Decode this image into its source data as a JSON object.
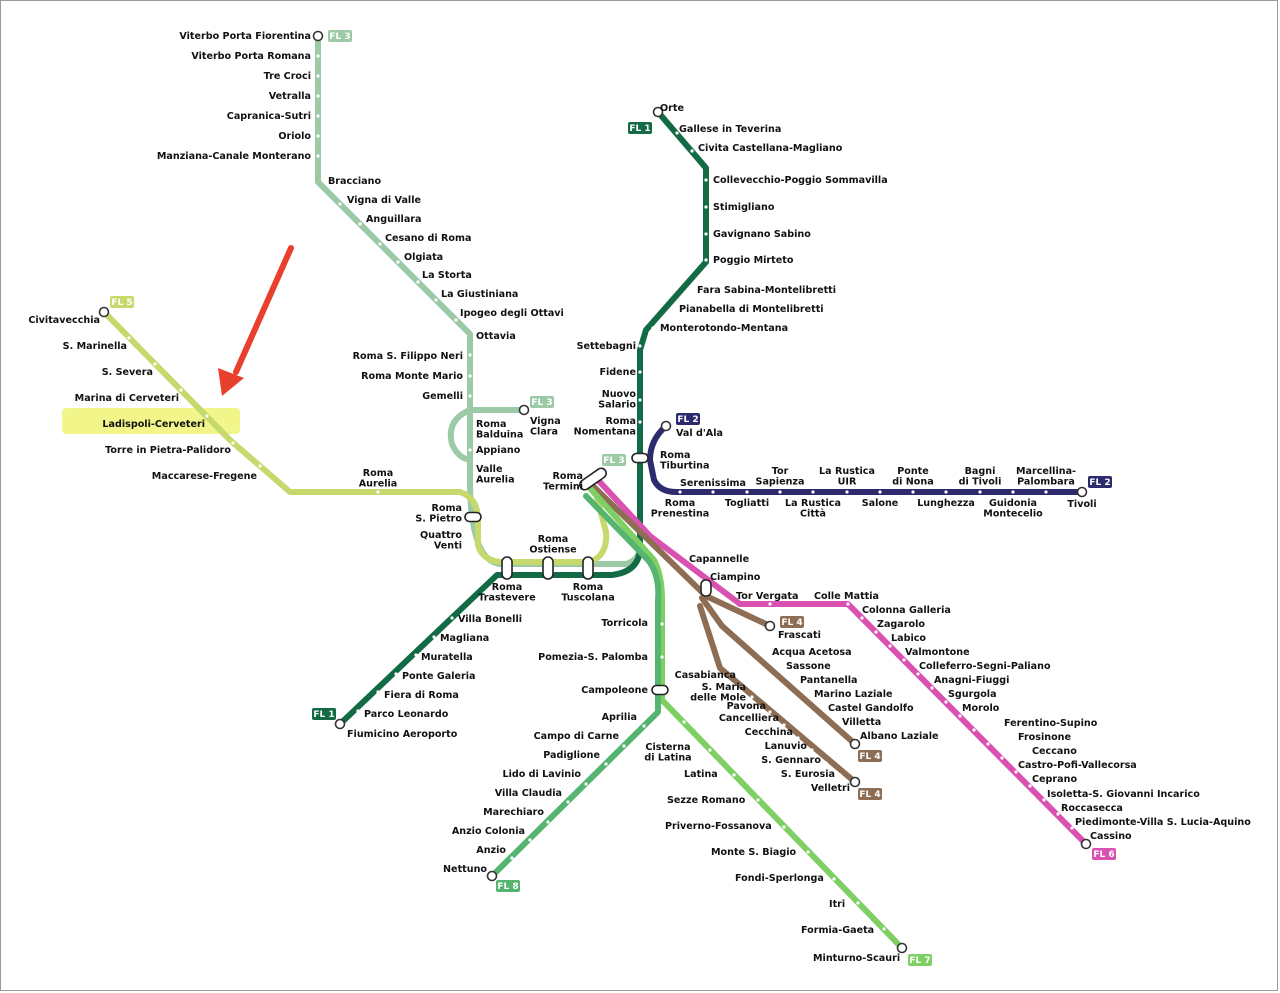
{
  "map": {
    "colors": {
      "fl1": "#136b45",
      "fl2": "#2d2a6e",
      "fl3": "#9ccaa6",
      "fl4": "#8d6e55",
      "fl5": "#c5d96c",
      "fl6": "#d952b2",
      "fl7": "#7ecf64",
      "fl8": "#55b46f",
      "highlight": "#f2f58a",
      "arrow": "#e8402d"
    },
    "badges": {
      "fl1": "FL 1",
      "fl2": "FL 2",
      "fl3": "FL 3",
      "fl4": "FL 4",
      "fl5": "FL 5",
      "fl6": "FL 6",
      "fl7": "FL 7",
      "fl8": "FL 8"
    },
    "stations": {
      "fl3": [
        "Viterbo Porta Fiorentina",
        "Viterbo Porta Romana",
        "Tre Croci",
        "Vetralla",
        "Capranica-Sutri",
        "Oriolo",
        "Manziana-Canale Monterano",
        "Bracciano",
        "Vigna di Valle",
        "Anguillara",
        "Cesano di Roma",
        "Olgiata",
        "La Storta",
        "La Giustiniana",
        "Ipogeo degli Ottavi",
        "Ottavia",
        "Roma S. Filippo Neri",
        "Roma Monte Mario",
        "Gemelli",
        "Vigna\nClara",
        "Roma\nBalduina",
        "Appiano",
        "Valle\nAurelia"
      ],
      "fl1_north": [
        "Orte",
        "Gallese in Teverina",
        "Civita Castellana-Magliano",
        "Collevecchio-Poggio Sommavilla",
        "Stimigliano",
        "Gavignano Sabino",
        "Poggio Mirteto",
        "Fara Sabina-Montelibretti",
        "Pianabella di Montelibretti",
        "Monterotondo-Mentana",
        "Settebagni",
        "Fidene",
        "Nuovo\nSalario",
        "Roma\nNomentana"
      ],
      "fl1_south": [
        "Villa Bonelli",
        "Magliana",
        "Muratella",
        "Ponte Galeria",
        "Fiera di Roma",
        "Parco Leonardo",
        "Fiumicino Aeroporto"
      ],
      "fl5": [
        "Civitavecchia",
        "S. Marinella",
        "S. Severa",
        "Marina di Cerveteri",
        "Ladispoli-Cerveteri",
        "Torre in Pietra-Palidoro",
        "Maccarese-Fregene",
        "Roma\nAurelia",
        "Roma\nS. Pietro",
        "Quattro\nVenti"
      ],
      "fl2": [
        "Val d'Ala",
        "Roma\nTiburtina",
        "Roma\nPrenestina",
        "Serenissima",
        "Togliatti",
        "Tor\nSapienza",
        "La Rustica\nCittà",
        "La Rustica\nUIR",
        "Salone",
        "Ponte\ndi Nona",
        "Lunghezza",
        "Bagni\ndi Tivoli",
        "Guidonia\nMontecelio",
        "Marcellina-\nPalombara",
        "Tivoli"
      ],
      "central": [
        "Roma\nTermini",
        "Roma\nOstiense",
        "Roma\nTrastevere",
        "Roma\nTuscolana"
      ],
      "fl4": [
        "Capannelle",
        "Ciampino",
        "Frascati",
        "Acqua Acetosa",
        "Sassone",
        "Pantanella",
        "Marino Laziale",
        "Castel Gandolfo",
        "Villetta",
        "Albano Laziale",
        "Casabianca",
        "S. Maria\ndelle Mole",
        "Pavona",
        "Cancelliera",
        "Cecchina",
        "Lanuvio",
        "S. Gennaro",
        "S. Eurosia",
        "Velletri"
      ],
      "fl6": [
        "Tor Vergata",
        "Colle Mattia",
        "Colonna Galleria",
        "Zagarolo",
        "Labico",
        "Valmontone",
        "Colleferro-Segni-Paliano",
        "Anagni-Fiuggi",
        "Sgurgola",
        "Morolo",
        "Ferentino-Supino",
        "Frosinone",
        "Ceccano",
        "Castro-Pofi-Vallecorsa",
        "Ceprano",
        "Isoletta-S. Giovanni Incarico",
        "Roccasecca",
        "Piedimonte-Villa S. Lucia-Aquino",
        "Cassino"
      ],
      "fl7": [
        "Torricola",
        "Pomezia-S. Palomba",
        "Campoleone",
        "Cisterna\ndi Latina",
        "Latina",
        "Sezze Romano",
        "Priverno-Fossanova",
        "Monte S. Biagio",
        "Fondi-Sperlonga",
        "Itri",
        "Formia-Gaeta",
        "Minturno-Scauri"
      ],
      "fl8": [
        "Aprilia",
        "Campo di Carne",
        "Padiglione",
        "Lido di Lavinio",
        "Villa Claudia",
        "Marechiaro",
        "Anzio Colonia",
        "Anzio",
        "Nettuno"
      ]
    }
  }
}
